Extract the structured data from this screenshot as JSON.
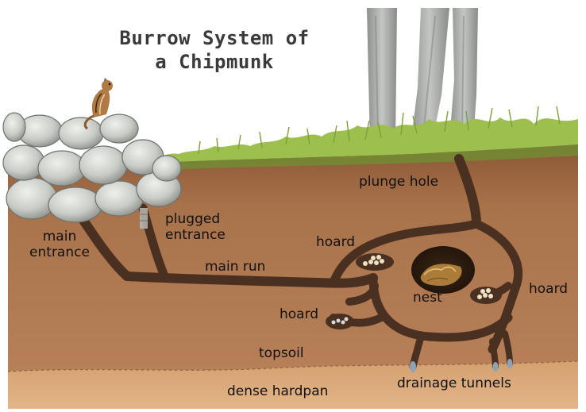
{
  "title": {
    "line1": "Burrow System of",
    "line2": "a Chipmunk"
  },
  "labels": {
    "plunge_hole": "plunge hole",
    "plugged_entrance_1": "plugged",
    "plugged_entrance_2": "entrance",
    "main_entrance_1": "main",
    "main_entrance_2": "entrance",
    "main_run": "main run",
    "hoard_upper": "hoard",
    "hoard_right": "hoard",
    "hoard_left": "hoard",
    "nest": "nest",
    "topsoil": "topsoil",
    "dense_hardpan": "dense hardpan",
    "drainage_tunnels": "drainage tunnels"
  },
  "colors": {
    "sky": "#ffffff",
    "grass": "#9cbf4e",
    "soil": "#a8724a",
    "hardpan": "#d9a878",
    "tunnel": "#4a3020",
    "rock": "#c9ccc8",
    "tree": "#a8aaa8"
  }
}
